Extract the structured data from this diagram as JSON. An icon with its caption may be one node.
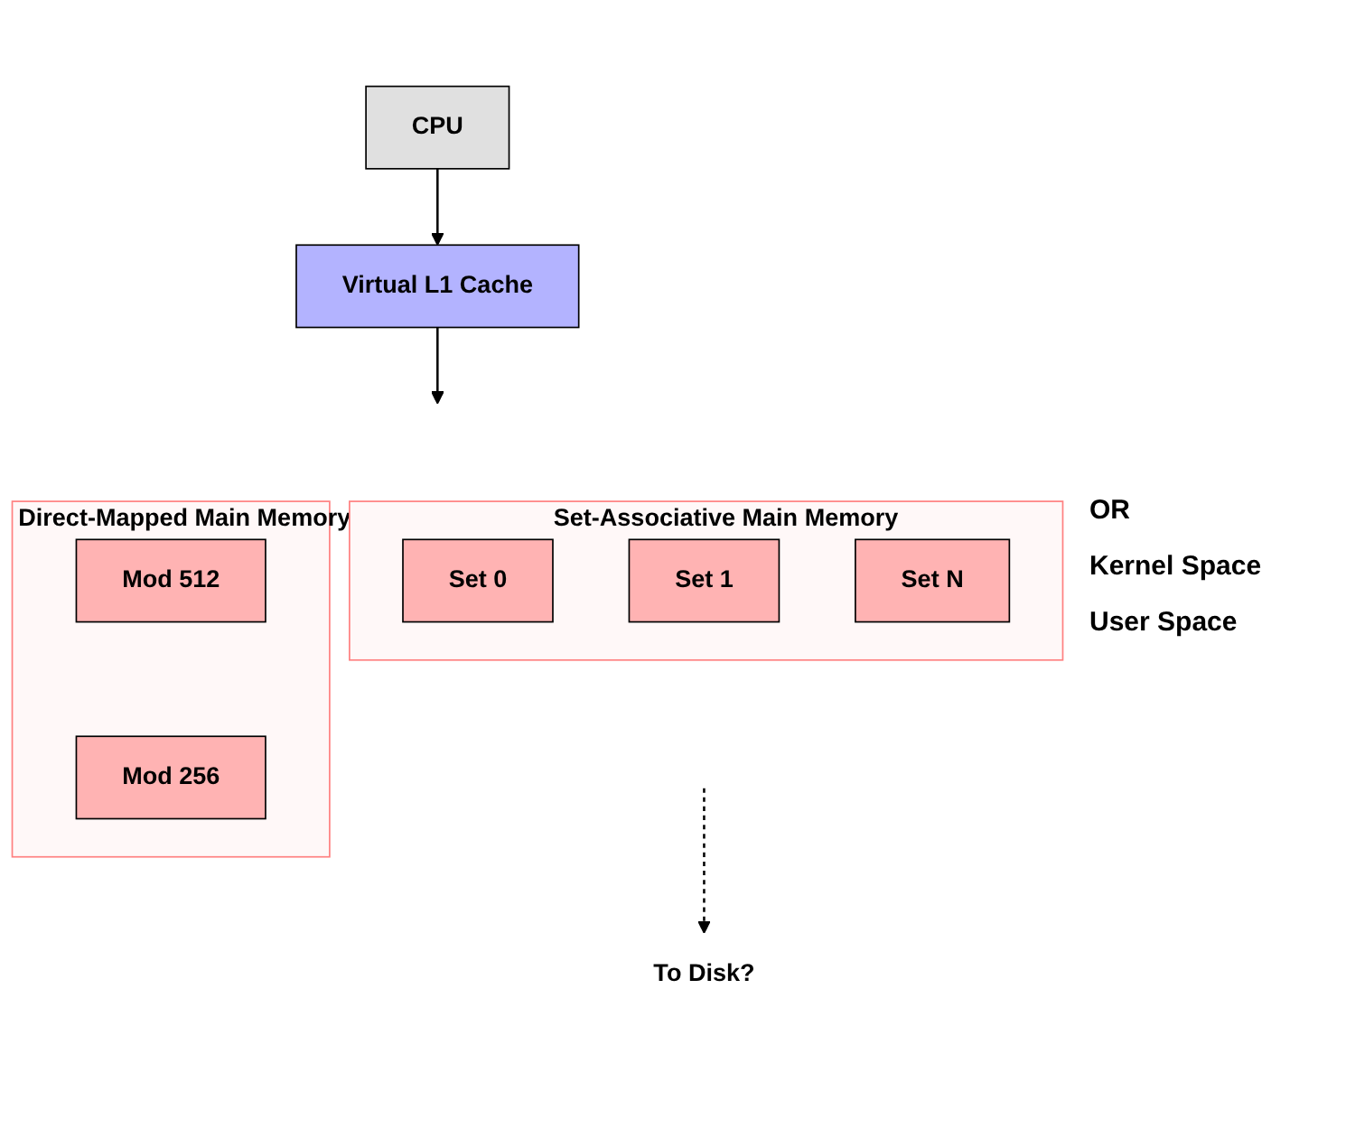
{
  "diagram": {
    "nodes": [
      {
        "text": [
          "CPU"
        ]
      },
      {
        "text": [
          "Virtual L1 Cache"
        ]
      },
      {
        "text": [
          "Set-Associative Main Memory"
        ]
      },
      {
        "text": [
          "Set 0"
        ],
        "in": 2
      },
      {
        "text": [
          "Set 1"
        ],
        "in": 2
      },
      {
        "text": [
          "Set N"
        ],
        "in": 2
      },
      {
        "text": [
          "Direct-Mapped Main Memory"
        ]
      },
      {
        "text": [
          "Mod 512"
        ],
        "in": 6
      },
      {
        "text": [
          "Mod 256"
        ],
        "in": 6
      },
      {
        "text": [
          "To Disk?"
        ]
      }
    ],
    "edges": [
      {
        "from": 0,
        "to": 1,
        "arrow": "to"
      },
      {
        "from": 1,
        "to": null,
        "arrow": "to"
      },
      {
        "from": null,
        "to": 9,
        "arrow": "to",
        "style": "dashed"
      }
    ],
    "labels": [
      "OR",
      "Kernel Space",
      "User Space"
    ]
  }
}
